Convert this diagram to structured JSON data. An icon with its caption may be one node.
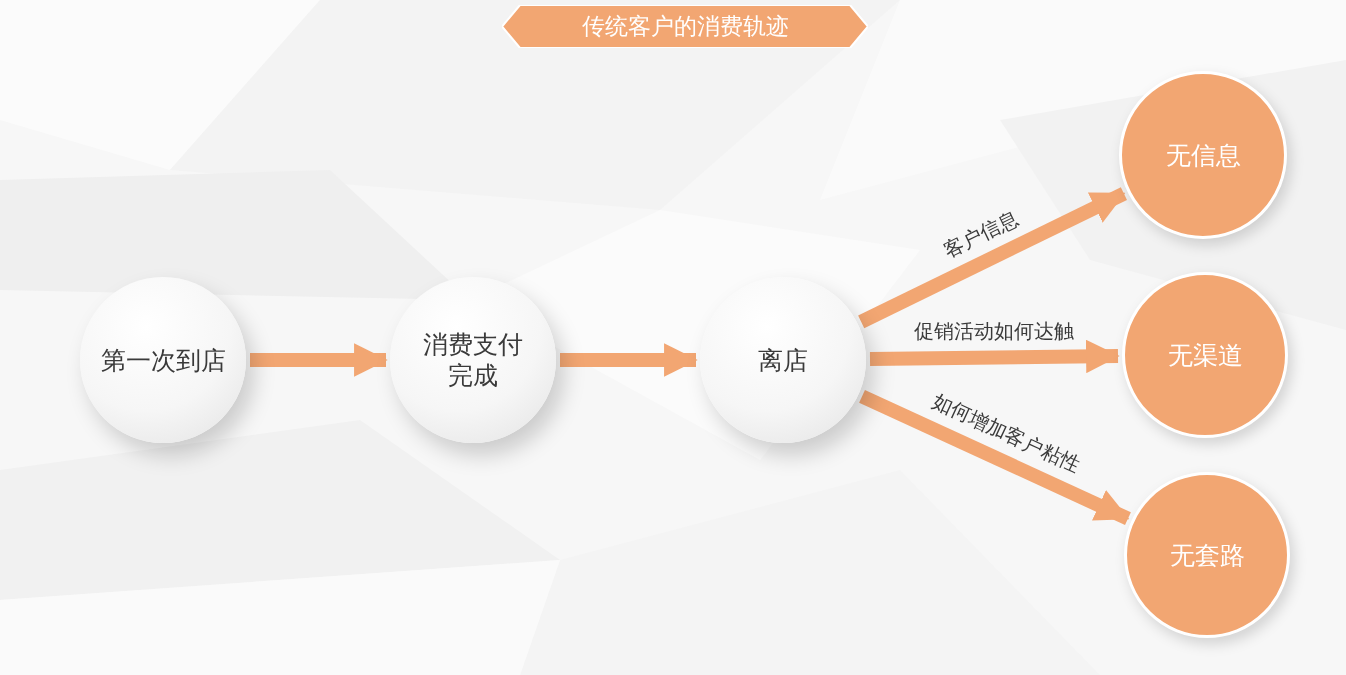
{
  "diagram": {
    "title": "传统客户的消费轨迹",
    "nodes": [
      {
        "text": [
          "第一次到店"
        ]
      },
      {
        "text": [
          "消费支付完成"
        ]
      },
      {
        "text": [
          "离店"
        ]
      },
      {
        "text": [
          "无信息"
        ]
      },
      {
        "text": [
          "无渠道"
        ]
      },
      {
        "text": [
          "无套路"
        ]
      }
    ],
    "edges": [
      {
        "from": 0,
        "to": 1,
        "arrow": "to"
      },
      {
        "from": 1,
        "to": 2,
        "arrow": "to"
      },
      {
        "from": 2,
        "to": 3,
        "arrow": "to",
        "label": "客户信息"
      },
      {
        "from": 2,
        "to": 4,
        "arrow": "to",
        "label": "促销活动如何达触"
      },
      {
        "from": 2,
        "to": 5,
        "arrow": "to",
        "label": "如何增加客户粘性"
      }
    ]
  }
}
